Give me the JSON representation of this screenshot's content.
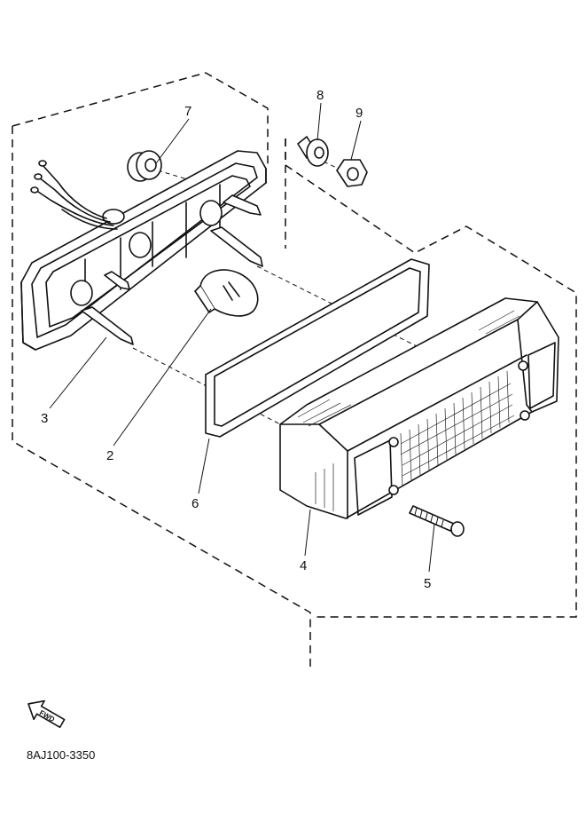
{
  "diagram": {
    "part_callouts": [
      "7",
      "8",
      "9",
      "3",
      "2",
      "6",
      "4",
      "5"
    ],
    "direction_label": "FWD",
    "figure_code": "8AJ100-3350"
  },
  "colors": {
    "ink": "#111111",
    "paper": "#ffffff"
  },
  "icons": {
    "direction": "fwd-arrow-icon"
  }
}
